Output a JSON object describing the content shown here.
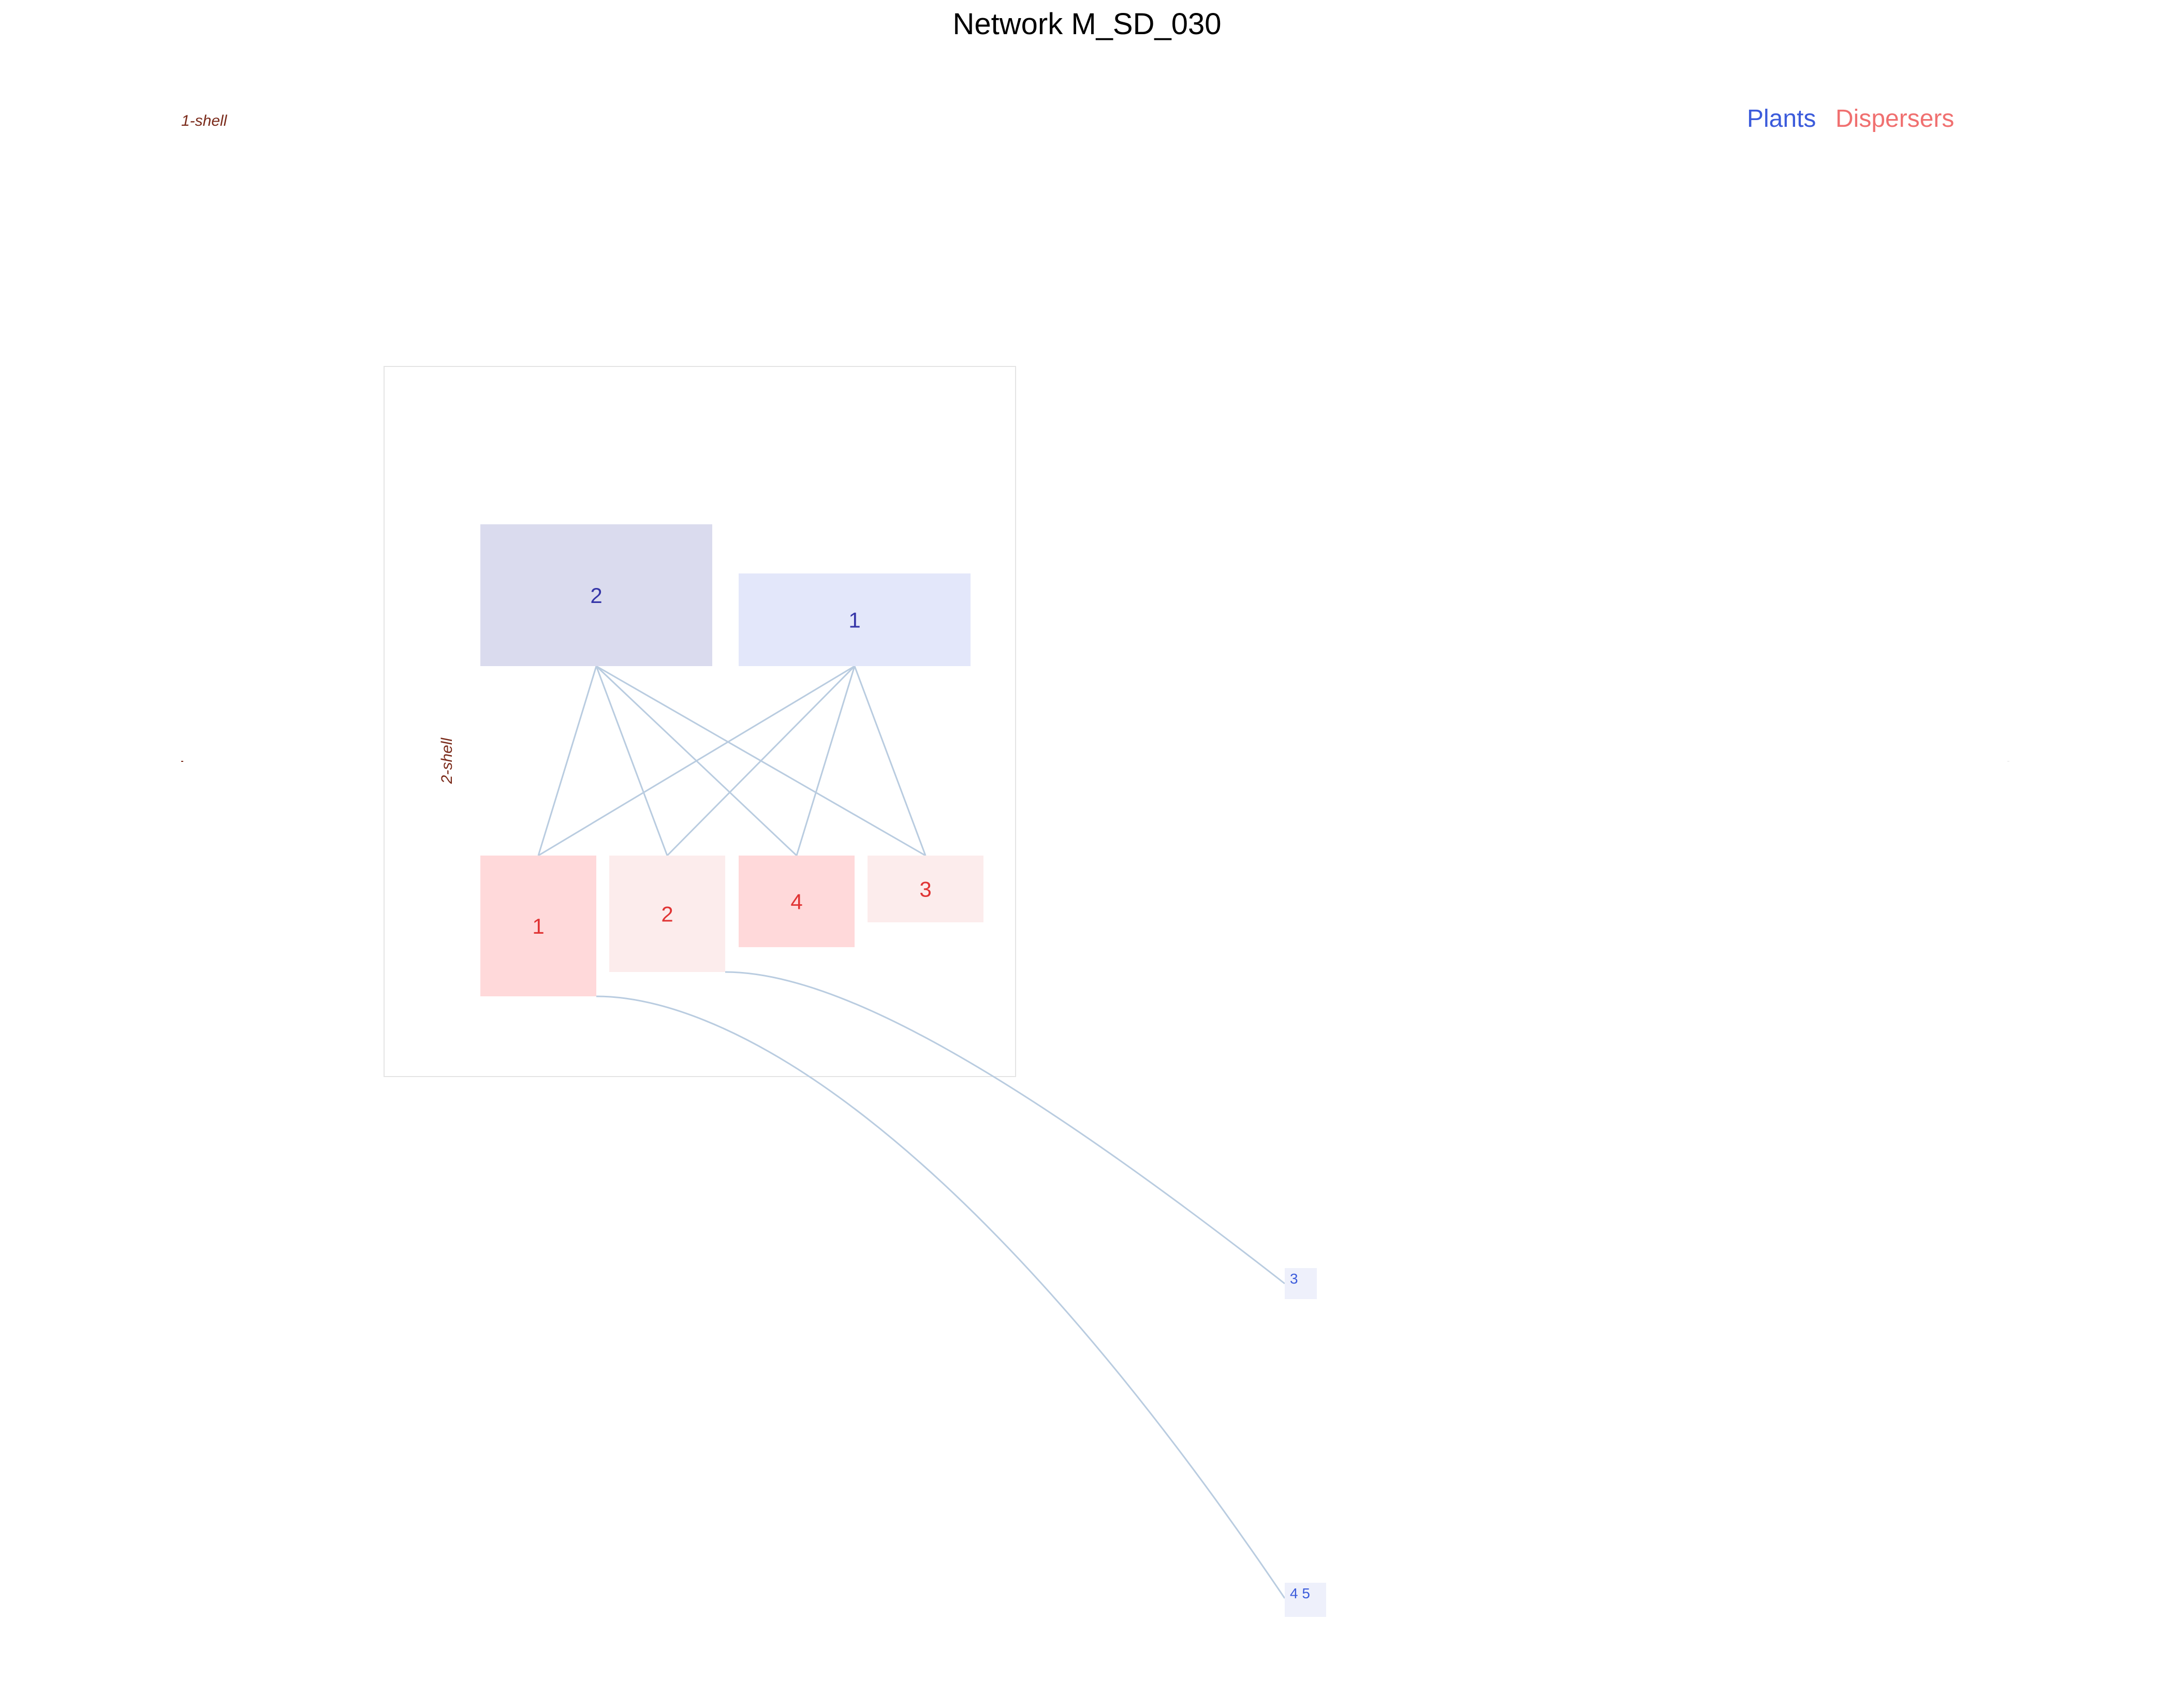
{
  "title": "Network M_SD_030",
  "legend": [
    {
      "label": "Plants",
      "color": "#3b5bdb"
    },
    {
      "label": "Dispersers",
      "color": "#f07070"
    }
  ],
  "colors": {
    "edge": "#b9cce0",
    "shell_label": "#7a2a1a",
    "shell_box_border": "#e4e4e4",
    "plant_text": "#3535a8",
    "plant_small_text": "#3b5bdb",
    "disperser_text": "#e03434"
  },
  "shells": [
    {
      "id": "shell1",
      "label": "1-shell"
    },
    {
      "id": "shell2",
      "label": "2-shell"
    }
  ],
  "plants": [
    {
      "id": "p2",
      "label": "2",
      "fill": "#dadbee"
    },
    {
      "id": "p1",
      "label": "1",
      "fill": "#e3e7fa"
    }
  ],
  "dispersers": [
    {
      "id": "d1",
      "label": "1",
      "fill": "#ffd9da"
    },
    {
      "id": "d2",
      "label": "2",
      "fill": "#fcecec"
    },
    {
      "id": "d4",
      "label": "4",
      "fill": "#ffd9da"
    },
    {
      "id": "d3",
      "label": "3",
      "fill": "#fcecec"
    }
  ],
  "peripheral_plants": [
    {
      "id": "pp3",
      "label": "3",
      "fill": "#eef0fb"
    },
    {
      "id": "pp45",
      "label": "4  5",
      "fill": "#eef0fb"
    }
  ],
  "links": [
    {
      "from": "p2",
      "to": "d1"
    },
    {
      "from": "p2",
      "to": "d2"
    },
    {
      "from": "p2",
      "to": "d4"
    },
    {
      "from": "p2",
      "to": "d3"
    },
    {
      "from": "p1",
      "to": "d1"
    },
    {
      "from": "p1",
      "to": "d2"
    },
    {
      "from": "p1",
      "to": "d4"
    },
    {
      "from": "p1",
      "to": "d3"
    },
    {
      "from": "d2",
      "to": "pp3"
    },
    {
      "from": "d1",
      "to": "pp45"
    }
  ]
}
